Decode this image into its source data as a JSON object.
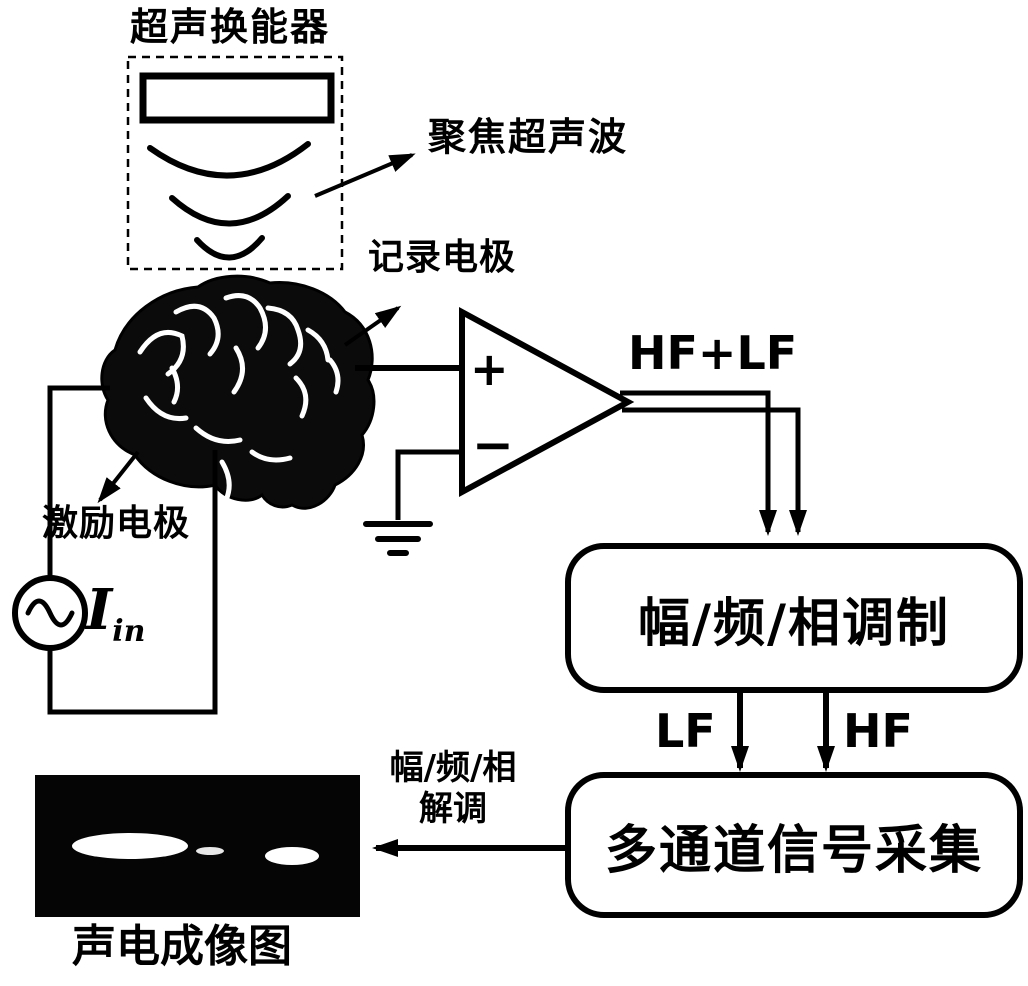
{
  "diagram": {
    "transducer_label": "超声换能器",
    "focused_ultrasound_label": "聚焦超声波",
    "recording_electrode_label": "记录电极",
    "excitation_electrode_label": "激励电极",
    "current_symbol": "I",
    "current_subscript": "in",
    "opamp_plus": "+",
    "opamp_minus": "−",
    "hf_lf_label": "HF+LF",
    "modulation_box_label": "幅/频/相调制",
    "lf_label": "LF",
    "hf_label": "HF",
    "acquisition_box_label": "多通道信号采集",
    "demodulation_label_line1": "幅/频/相",
    "demodulation_label_line2": "解调",
    "image_caption": "声电成像图"
  },
  "colors": {
    "ink": "#000000",
    "background": "#ffffff"
  }
}
